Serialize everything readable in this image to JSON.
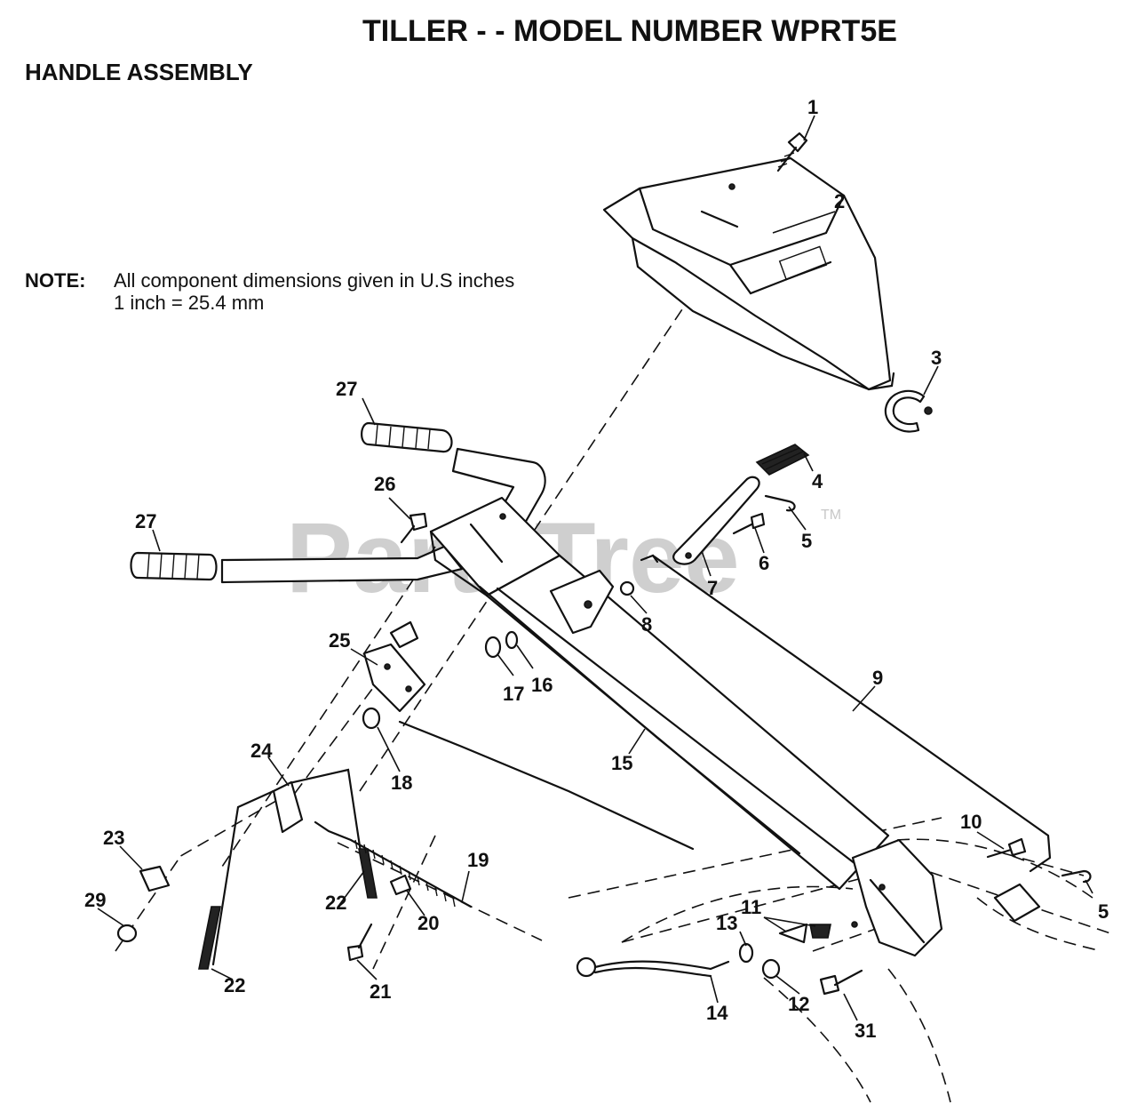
{
  "title": "TILLER - - MODEL NUMBER WPRT5E",
  "subtitle": "HANDLE ASSEMBLY",
  "note": {
    "label": "NOTE:",
    "line1": "All component dimensions given in U.S  inches",
    "line2": "1 inch = 25.4 mm"
  },
  "watermark": {
    "text": "PartsTree",
    "tm": "TM"
  },
  "callouts": {
    "c1": "1",
    "c2": "2",
    "c3": "3",
    "c4": "4",
    "c5a": "5",
    "c5b": "5",
    "c6": "6",
    "c7": "7",
    "c8": "8",
    "c9": "9",
    "c10": "10",
    "c11": "11",
    "c12": "12",
    "c13": "13",
    "c14": "14",
    "c15": "15",
    "c16": "16",
    "c17": "17",
    "c18": "18",
    "c19": "19",
    "c20": "20",
    "c21": "21",
    "c22a": "22",
    "c22b": "22",
    "c23": "23",
    "c24": "24",
    "c25": "25",
    "c26": "26",
    "c27a": "27",
    "c27b": "27",
    "c29": "29",
    "c31": "31"
  }
}
